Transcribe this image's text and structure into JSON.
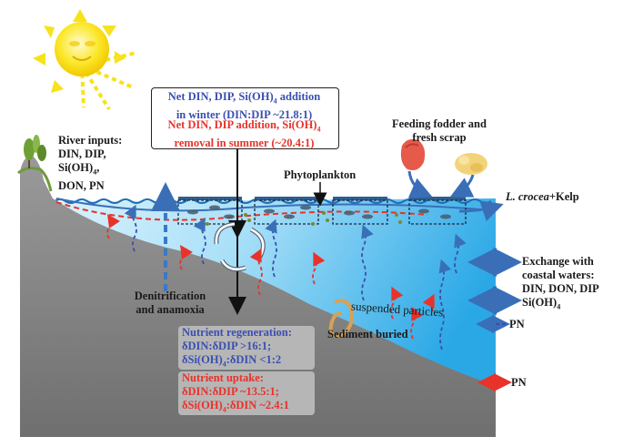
{
  "box_top": {
    "winter_line1": "Net DIN, DIP, Si(OH)",
    "winter_sub1": "4",
    "winter_line1b": " addition",
    "winter_line2": "in winter (DIN:DIP ~21.8:1)",
    "summer_line1": "Net DIN, DIP addition, Si(OH)",
    "summer_sub1": "4",
    "summer_line2": "removal in summer (~20.4:1)"
  },
  "river": {
    "title": "River inputs:",
    "line1": "DIN, DIP,",
    "line2": "Si(OH)",
    "line2_sub": "4",
    "line2_end": ",",
    "line3": "DON, PN"
  },
  "feeding": {
    "line1": "Feeding fodder and",
    "line2": "fresh scrap"
  },
  "phytoplankton": "Phytoplankton",
  "culture": {
    "species": "L. crocea",
    "rest": "+Kelp"
  },
  "exchange": {
    "line1": "Exchange with",
    "line2": "coastal waters:",
    "line3": "DIN, DON, DIP",
    "line4": "Si(OH)",
    "line4_sub": "4"
  },
  "pn_blue": "PN",
  "pn_red": "PN",
  "denitrification": {
    "line1": "Denitrification",
    "line2": "and anamoxia"
  },
  "suspended": "suspended particles",
  "sediment": "Sediment buried",
  "regeneration": {
    "title": "Nutrient regeneration:",
    "line1": "δDIN:δDIP >16:1;",
    "line2a": "δSi(OH)",
    "line2_sub": "4",
    "line2b": ":δDIN <1:2"
  },
  "uptake": {
    "title": "Nutrient uptake:",
    "line1": "δDIN:δDIP ~13.5:1;",
    "line2a": "δSi(OH)",
    "line2_sub": "4",
    "line2b": ":δDIN ~2.4:1"
  },
  "colors": {
    "water_light": "#d6f1fd",
    "water_deep": "#27a8e6",
    "seabed": "#8a8a8a",
    "blue_text": "#3a4fb0",
    "red_text": "#e8322a",
    "sun": "#f7e21b"
  }
}
